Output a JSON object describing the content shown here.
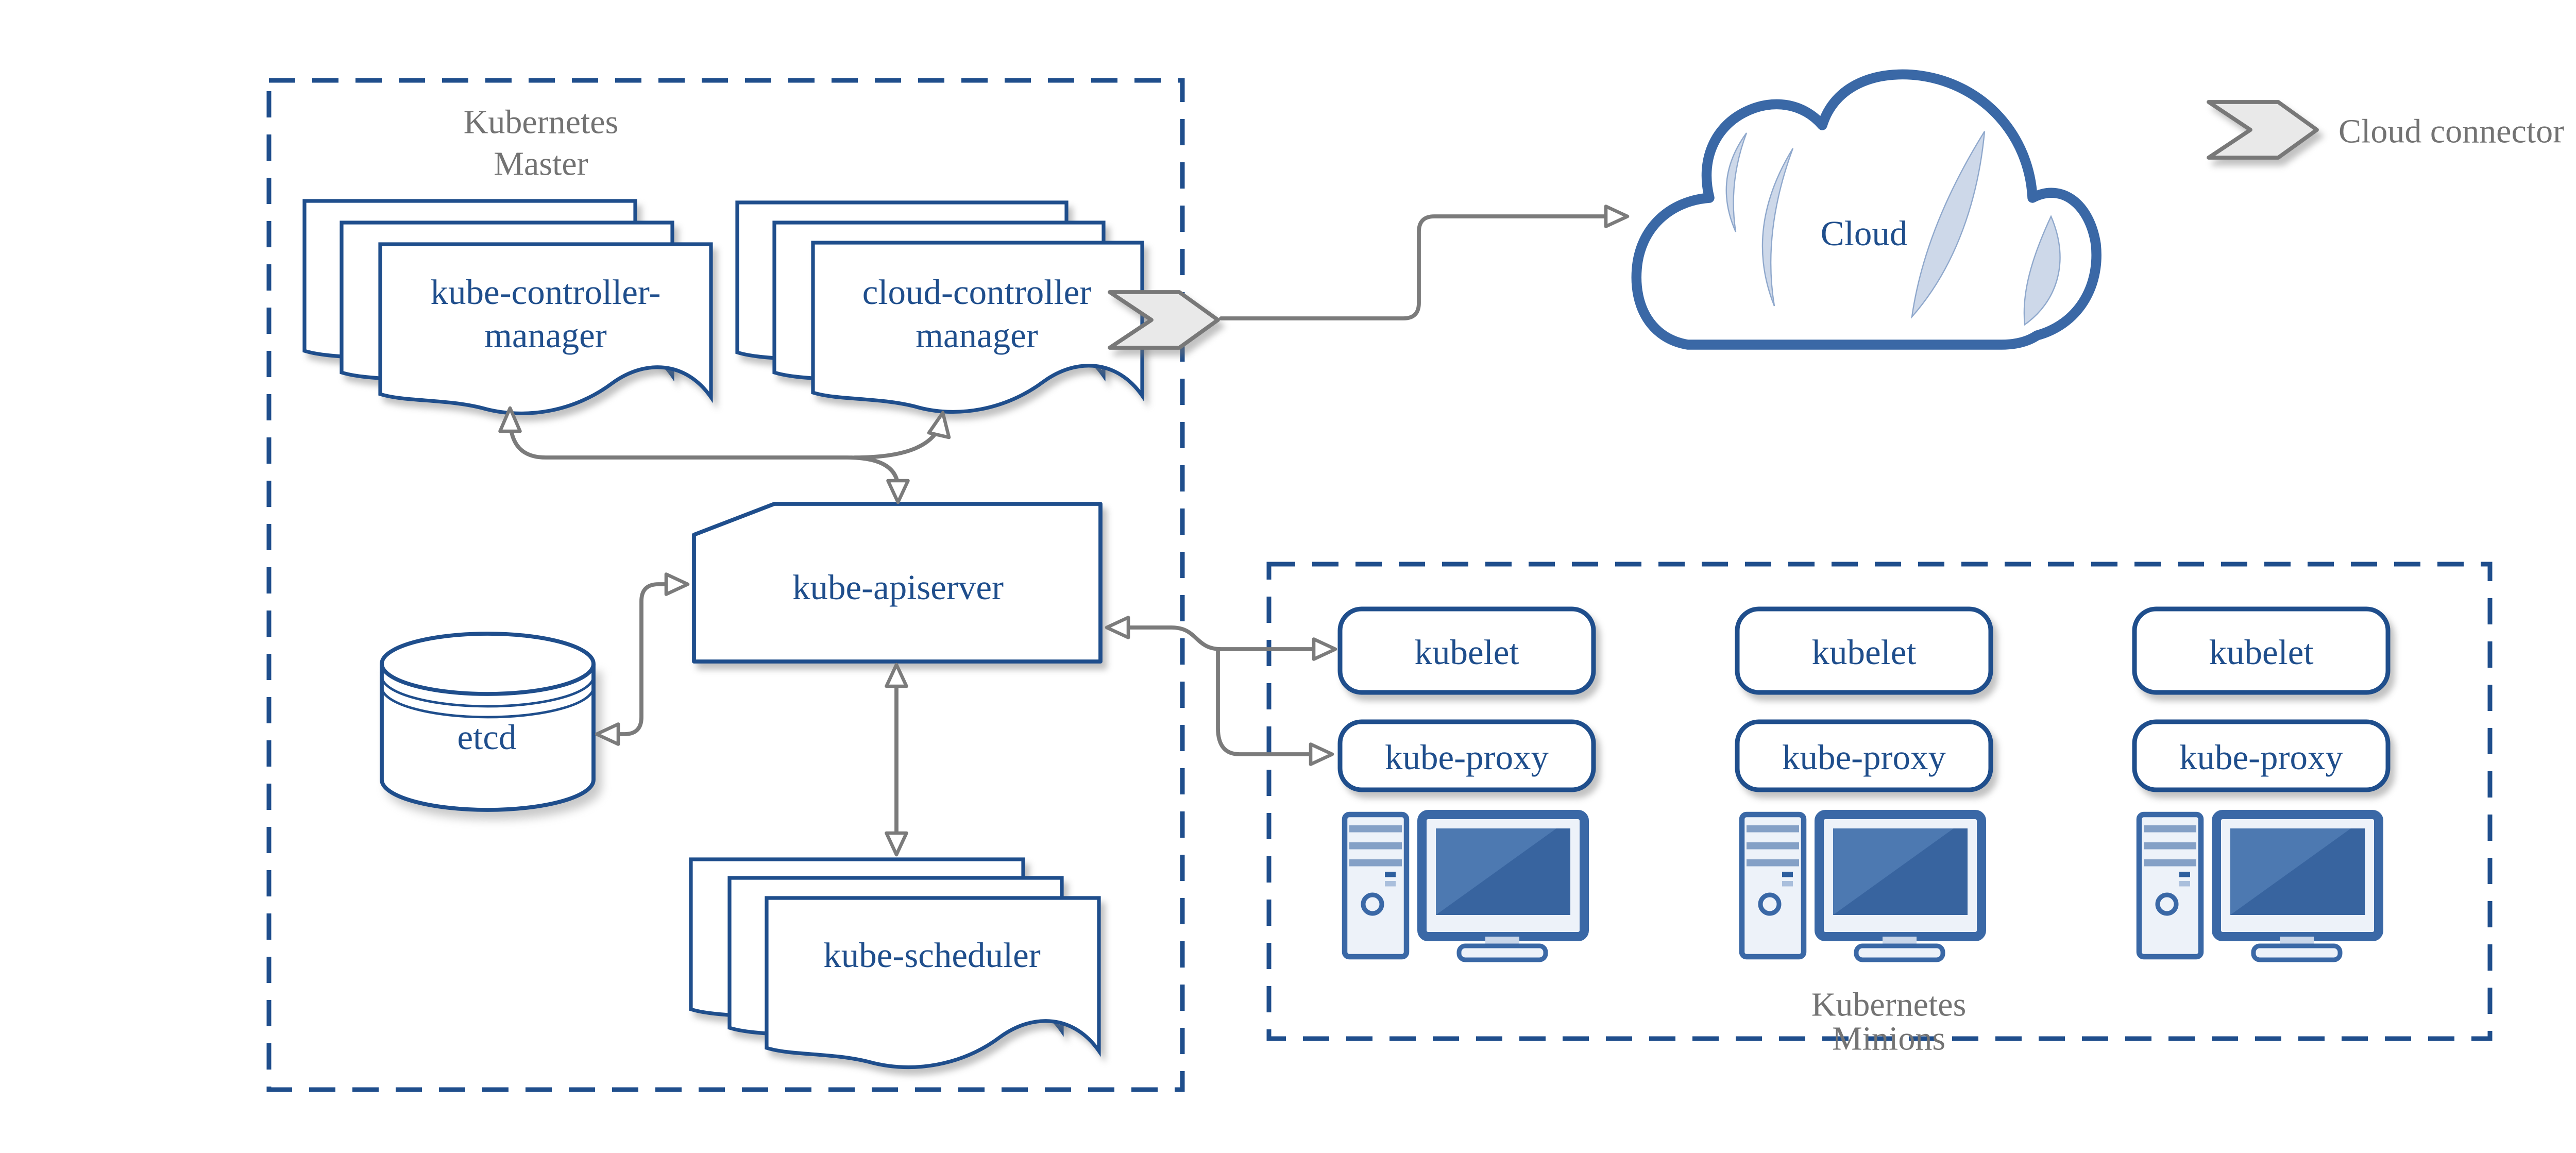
{
  "diagram": {
    "master": {
      "title_line1": "Kubernetes",
      "title_line2": "Master",
      "kube_controller_manager": {
        "label_line1": "kube-controller-",
        "label_line2": "manager"
      },
      "cloud_controller_manager": {
        "label_line1": "cloud-controller",
        "label_line2": "manager"
      },
      "kube_apiserver": {
        "label": "kube-apiserver"
      },
      "etcd": {
        "label": "etcd"
      },
      "kube_scheduler": {
        "label": "kube-scheduler"
      }
    },
    "minions": {
      "title_line1": "Kubernetes",
      "title_line2": "Minions",
      "nodes": [
        {
          "kubelet": "kubelet",
          "kube_proxy": "kube-proxy"
        },
        {
          "kubelet": "kubelet",
          "kube_proxy": "kube-proxy"
        },
        {
          "kubelet": "kubelet",
          "kube_proxy": "kube-proxy"
        }
      ]
    },
    "cloud": {
      "label": "Cloud"
    },
    "legend": {
      "label": "Cloud connector"
    },
    "colors": {
      "navy_stroke_text": "#1f4e8c",
      "computer_blue": "#3a68a6",
      "screen_blue": "#38649f",
      "screen_sheen": "#4d79b1",
      "light_fill": "#edf2f9",
      "streak_blue": "#cdd8e9",
      "gray_text": "#737373",
      "arrow_gray": "#7b7b7b",
      "chevron_fill": "#e9e9e9",
      "chevron_stroke": "#787878"
    }
  }
}
